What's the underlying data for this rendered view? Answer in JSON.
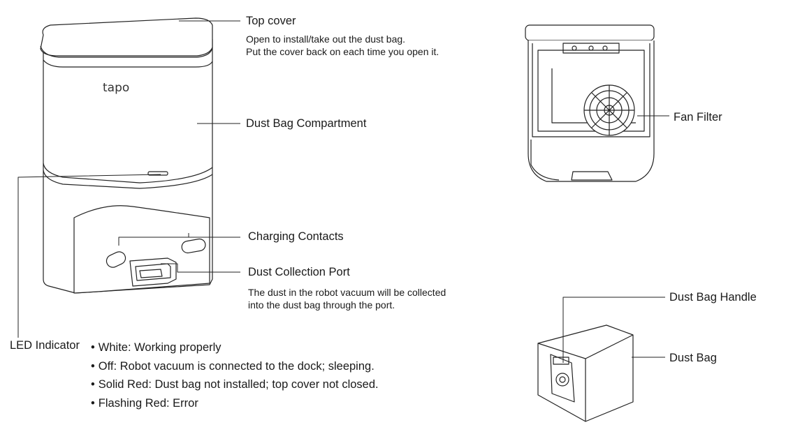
{
  "brand_logo": "tapo",
  "labels": {
    "top_cover": "Top cover",
    "top_cover_desc": [
      "Open to install/take out the dust bag.",
      "Put the cover back on each time you open it."
    ],
    "dust_bag_compartment": "Dust Bag Compartment",
    "charging_contacts": "Charging Contacts",
    "dust_collection_port": "Dust Collection Port",
    "dust_collection_port_desc": [
      "The dust in the robot vacuum will be collected",
      "into the dust bag through the port."
    ],
    "led_indicator": "LED Indicator",
    "fan_filter": "Fan Filter",
    "dust_bag_handle": "Dust Bag Handle",
    "dust_bag": "Dust Bag"
  },
  "led_states": [
    "White: Working properly",
    "Off: Robot vacuum is connected to the dock; sleeping.",
    "Solid Red: Dust bag not installed; top cover not closed.",
    "Flashing Red: Error"
  ]
}
